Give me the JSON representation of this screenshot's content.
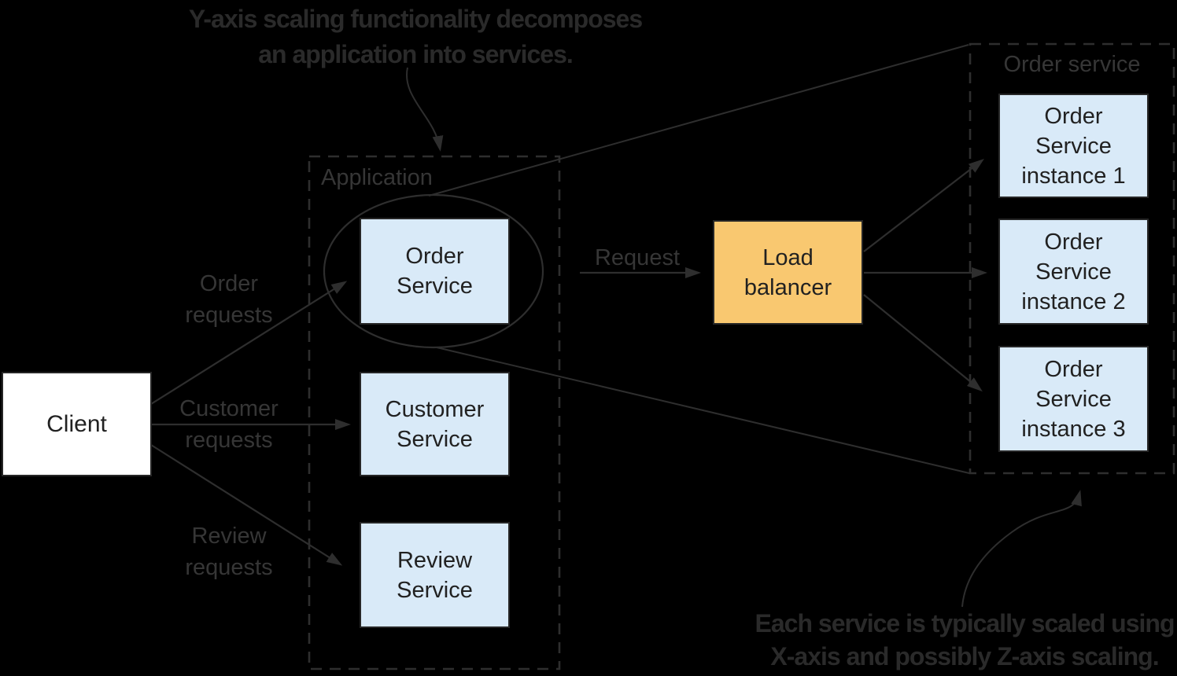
{
  "colors": {
    "bg": "#000000",
    "line": "#2e2e2e",
    "border": "#262626",
    "service_fill": "#d9eaf8",
    "lb_fill": "#f9c870",
    "client_fill": "#ffffff",
    "label": "#363636",
    "annotation": "#2a2a2a",
    "box_text": "#212121"
  },
  "annotations": {
    "top_line1": "Y-axis scaling functionality decomposes",
    "top_line2": "an application into services.",
    "bottom_line1": "Each service is typically scaled using",
    "bottom_line2": "X-axis and possibly Z-axis scaling."
  },
  "client": {
    "label": "Client"
  },
  "application": {
    "title": "Application",
    "order_service": {
      "line1": "Order",
      "line2": "Service"
    },
    "customer_service": {
      "line1": "Customer",
      "line2": "Service"
    },
    "review_service": {
      "line1": "Review",
      "line2": "Service"
    }
  },
  "edge_labels": {
    "order_requests_line1": "Order",
    "order_requests_line2": "requests",
    "customer_requests_line1": "Customer",
    "customer_requests_line2": "requests",
    "review_requests_line1": "Review",
    "review_requests_line2": "requests",
    "request": "Request"
  },
  "load_balancer": {
    "line1": "Load",
    "line2": "balancer"
  },
  "order_service_group": {
    "title": "Order service",
    "instance1": {
      "line1": "Order",
      "line2": "Service",
      "line3": "instance 1"
    },
    "instance2": {
      "line1": "Order",
      "line2": "Service",
      "line3": "instance 2"
    },
    "instance3": {
      "line1": "Order",
      "line2": "Service",
      "line3": "instance 3"
    }
  }
}
